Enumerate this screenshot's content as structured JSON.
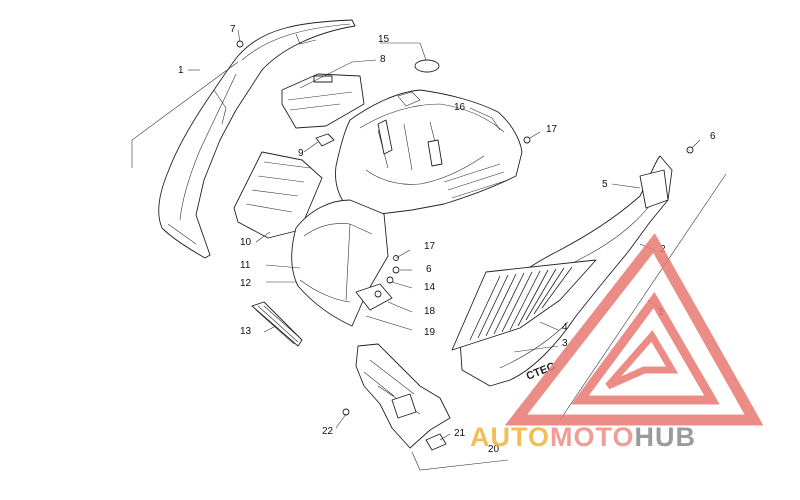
{
  "callouts": {
    "c1a": "1",
    "c1b": "1",
    "c2": "2",
    "c3": "3",
    "c4": "4",
    "c5": "5",
    "c6a": "6",
    "c6b": "6",
    "c7": "7",
    "c8": "8",
    "c9": "9",
    "c10": "10",
    "c11": "11",
    "c12": "12",
    "c13": "13",
    "c14": "14",
    "c15": "15",
    "c16": "16",
    "c17a": "17",
    "c17b": "17",
    "c18": "18",
    "c19": "19",
    "c20": "20",
    "c21": "21",
    "c22": "22"
  },
  "decal_text": "CTEC",
  "watermark": {
    "word_part1": "AUTO",
    "word_part2": "MOTO",
    "word_part3": "HUB",
    "colors": {
      "triangle": "#e87a72",
      "auto": "#f2b23b",
      "moto": "#ef8d86",
      "hub": "#8a8a8a"
    }
  }
}
